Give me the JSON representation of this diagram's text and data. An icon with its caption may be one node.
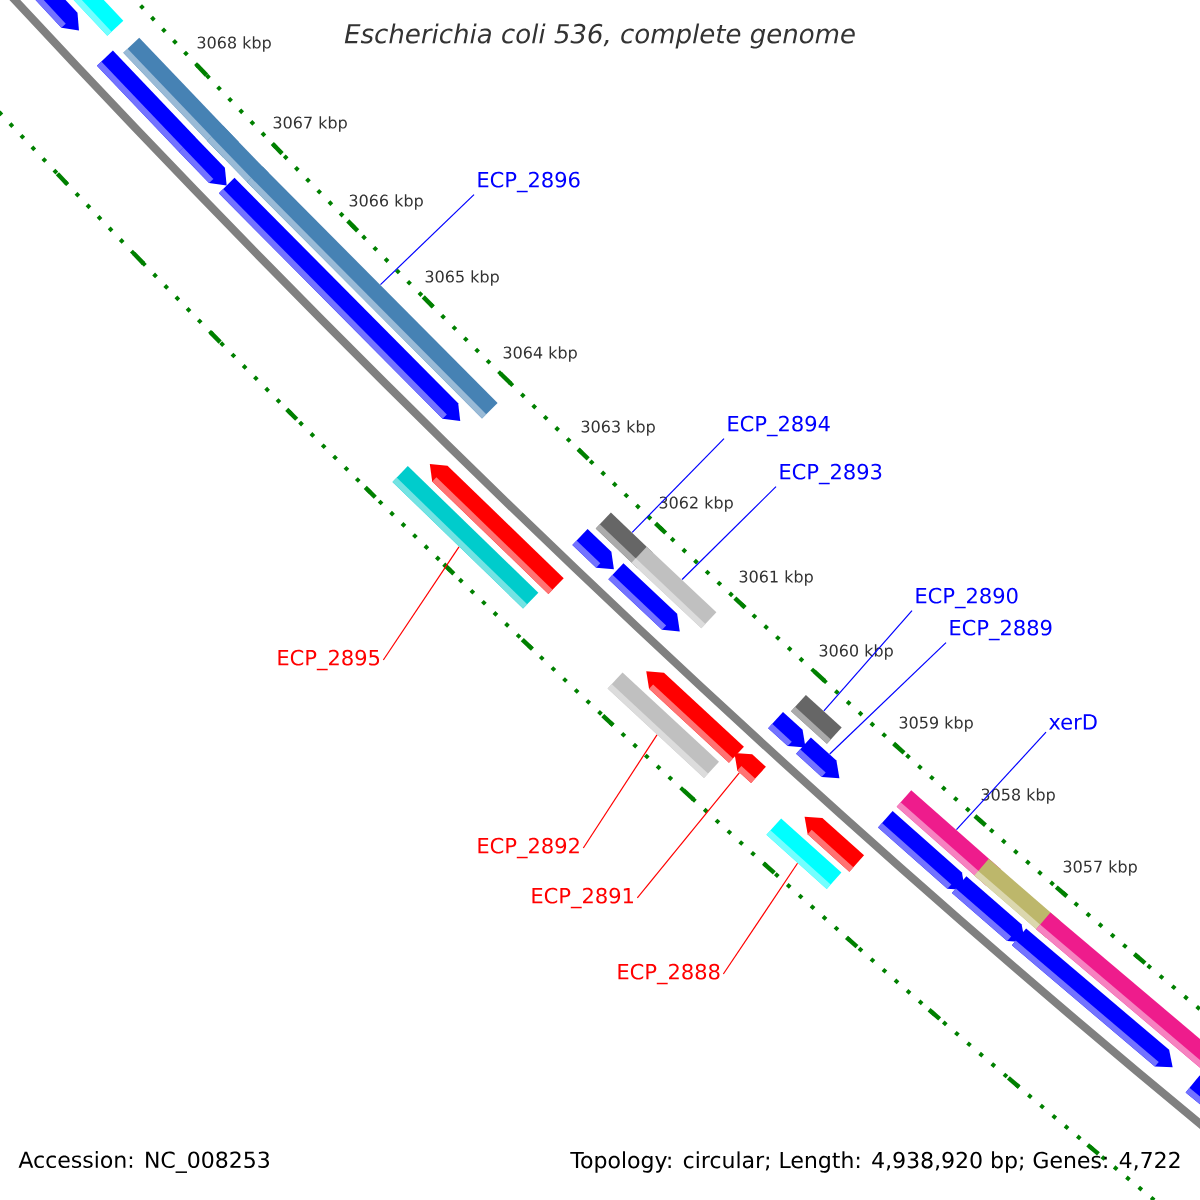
{
  "diagram": {
    "title": "Escherichia coli 536, complete genome",
    "nodes": [
      {
        "text": [],
        "shape": "bar"
      },
      {
        "text": [],
        "shape": "arrow"
      },
      {
        "text": [],
        "shape": "bar"
      },
      {
        "text": [],
        "shape": "arrow"
      },
      {
        "text": [],
        "shape": "bar"
      },
      {
        "text": [],
        "shape": "arrow"
      },
      {
        "text": [
          "ECP_2896"
        ]
      },
      {
        "text": [],
        "shape": "bar"
      },
      {
        "text": [],
        "shape": "arrow"
      },
      {
        "text": [
          "ECP_2894"
        ]
      },
      {
        "text": [
          "ECP_2893"
        ]
      },
      {
        "text": [],
        "shape": "bar"
      },
      {
        "text": [],
        "shape": "arrow"
      },
      {
        "text": [],
        "shape": "bar"
      },
      {
        "text": [],
        "shape": "arrow"
      },
      {
        "text": [],
        "shape": "bar"
      },
      {
        "text": [
          "ECP_2890"
        ]
      },
      {
        "text": [],
        "shape": "arrow"
      },
      {
        "text": [
          "ECP_2889"
        ]
      },
      {
        "text": [
          "ECP_2895"
        ]
      },
      {
        "text": [],
        "shape": "bar"
      },
      {
        "text": [
          "xerD"
        ]
      },
      {
        "text": [],
        "shape": "arrow"
      },
      {
        "text": [],
        "shape": "bar"
      },
      {
        "text": [],
        "shape": "arrow"
      },
      {
        "text": [],
        "shape": "arrow"
      },
      {
        "text": [],
        "shape": "arrow"
      },
      {
        "text": [],
        "shape": "arrow"
      },
      {
        "text": [],
        "shape": "bar"
      },
      {
        "text": [
          "ECP_2892"
        ]
      },
      {
        "text": [],
        "shape": "arrow"
      },
      {
        "text": [],
        "shape": "bar"
      },
      {
        "text": [],
        "shape": "bar"
      },
      {
        "text": [
          "ECP_2891"
        ]
      },
      {
        "text": [],
        "shape": "arrow"
      },
      {
        "text": [
          "ECP_2888"
        ]
      },
      {
        "text": [],
        "shape": "bar"
      },
      {
        "text": [],
        "shape": "arrow"
      },
      {
        "text": [],
        "shape": "arrow"
      }
    ],
    "edges": [
      {
        "from": 6,
        "to": 7,
        "arrow": "none"
      },
      {
        "from": 9,
        "to": 11,
        "arrow": "none"
      },
      {
        "from": 10,
        "to": 15,
        "arrow": "none"
      },
      {
        "from": 16,
        "to": 20,
        "arrow": "none"
      },
      {
        "from": 18,
        "to": 25,
        "arrow": "none"
      },
      {
        "from": 21,
        "to": 28,
        "arrow": "none"
      },
      {
        "from": 19,
        "to": 13,
        "arrow": "none",
        "color": "#ff0000"
      },
      {
        "from": 29,
        "to": 23,
        "arrow": "none",
        "color": "#ff0000"
      },
      {
        "from": 33,
        "to": 26,
        "arrow": "none",
        "color": "#ff0000"
      },
      {
        "from": 35,
        "to": 31,
        "arrow": "none",
        "color": "#ff0000"
      }
    ],
    "labels": [
      "3068 kbp",
      "3067 kbp",
      "3066 kbp",
      "3065 kbp",
      "3064 kbp",
      "3063 kbp",
      "3062 kbp",
      "3061 kbp",
      "3060 kbp",
      "3059 kbp",
      "3058 kbp",
      "3057 kbp",
      "Accession: NC_008253",
      "Topology: circular; Length: 4,938,920 bp; Genes: 4,722"
    ]
  }
}
